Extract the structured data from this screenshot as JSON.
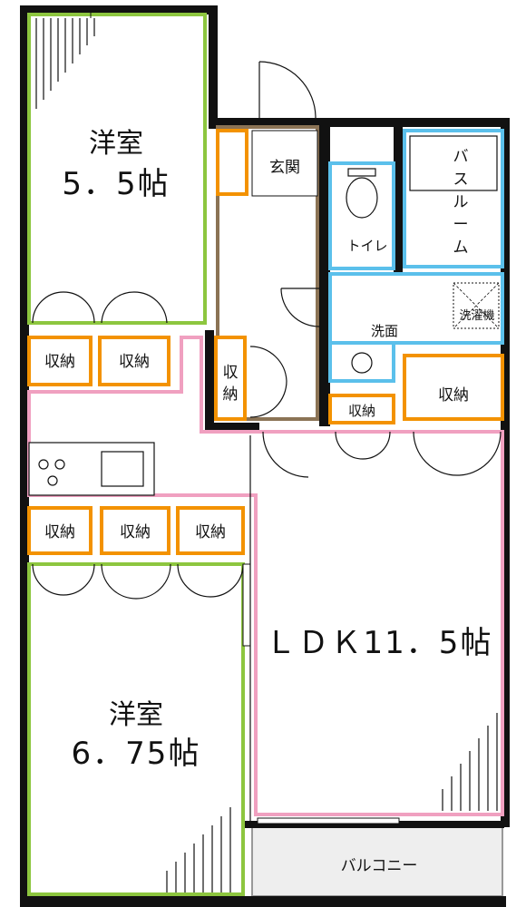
{
  "rooms": {
    "bedroom1": {
      "name": "洋室",
      "size": "5．5帖"
    },
    "bedroom2": {
      "name": "洋室",
      "size": "6．75帖"
    },
    "ldk": {
      "label": "ＬＤＫ11．5帖"
    },
    "entrance": {
      "label": "玄関"
    },
    "toilet": {
      "label": "トイレ"
    },
    "bath": {
      "label_lines": [
        "バ",
        "ス",
        "ル",
        "ー",
        "ム"
      ]
    },
    "washroom": {
      "label": "洗面"
    },
    "washer": {
      "label": "洗濯機"
    },
    "balcony": {
      "label": "バルコニー"
    }
  },
  "storage": {
    "label": "収納",
    "vertical_lines": [
      "収",
      "納"
    ]
  },
  "colors": {
    "wall": "#111111",
    "bedroom_border": "#8dc63f",
    "ldk_border": "#f0a0c0",
    "storage_border": "#f39200",
    "wet_border": "#5bc0eb",
    "entrance_border": "#8b7355",
    "balcony_fill": "#eeeeee"
  }
}
